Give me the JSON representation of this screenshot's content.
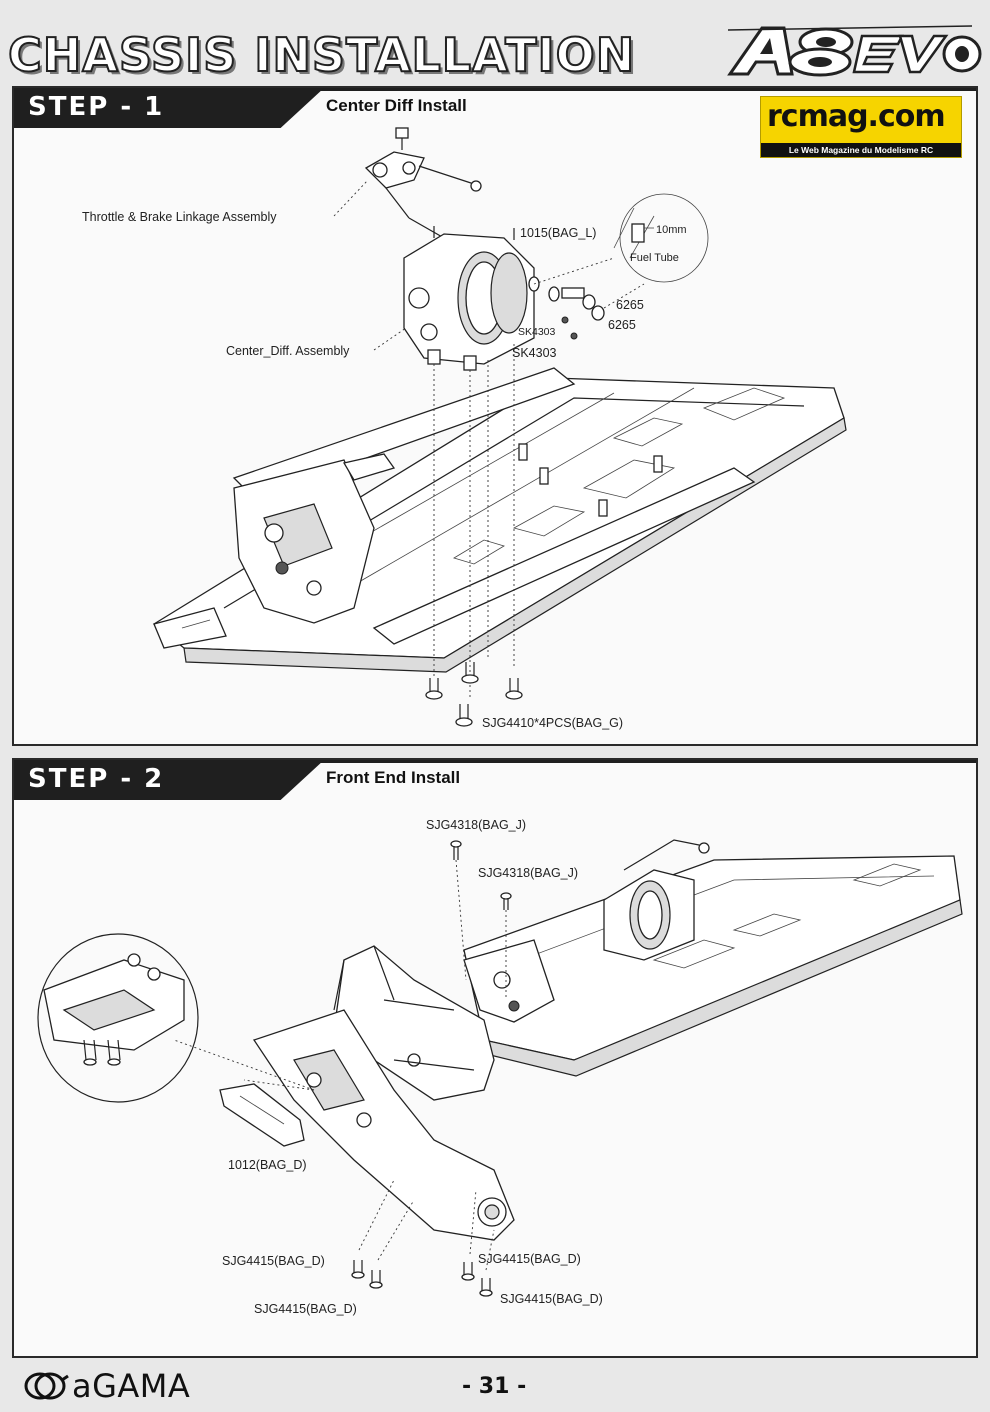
{
  "page": {
    "title": "CHASSIS INSTALLATION",
    "logo_text": "A8 EVO",
    "footer_brand": "aGAMA",
    "page_number": "- 31 -"
  },
  "watermark": {
    "site": "rcmag.com",
    "tagline": "Le Web Magazine du Modelisme RC"
  },
  "steps": [
    {
      "label": "STEP - 1",
      "title": "Center Diff Install",
      "callouts": [
        "Throttle & Brake Linkage Assembly",
        "1015(BAG_L)",
        "10mm",
        "Fuel Tube",
        "6265",
        "SK4303",
        "6265",
        "Center_Diff. Assembly",
        "SK4303",
        "SJG4410*4PCS(BAG_G)"
      ]
    },
    {
      "label": "STEP - 2",
      "title": "Front End Install",
      "callouts": [
        "SJG4318(BAG_J)",
        "SJG4318(BAG_J)",
        "1012(BAG_D)",
        "SJG4415(BAG_D)",
        "SJG4415(BAG_D)",
        "SJG4415(BAG_D)",
        "SJG4415(BAG_D)"
      ]
    }
  ],
  "colors": {
    "panel_border": "#2a2a2a",
    "header_fill": "#1f1f1f",
    "page_background": "#e8e8e8",
    "watermark_yellow": "#f6d400"
  }
}
